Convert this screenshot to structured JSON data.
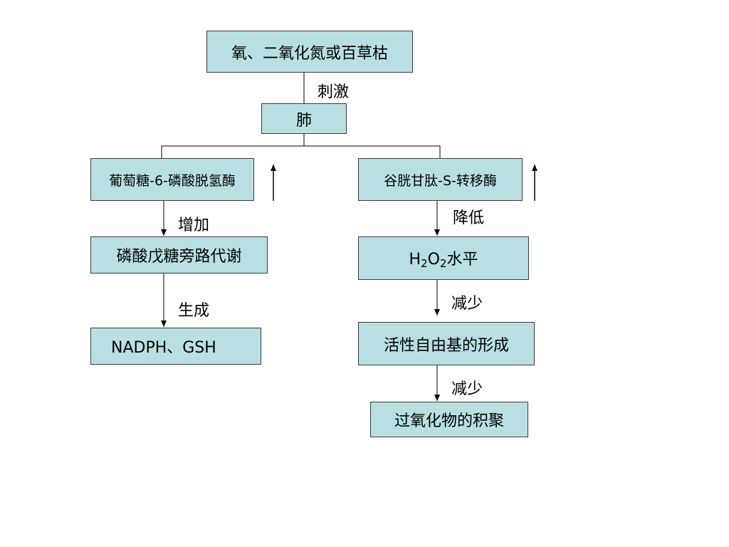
{
  "diagram": {
    "top_box": "氧、二氧化氮或百草枯",
    "stimulus_label": "刺激",
    "lung_box": "肺",
    "left": {
      "enzyme_box": "葡萄糖-6-磷酸脱氢酶",
      "edge1_label": "增加",
      "pathway_box": "磷酸戊糖旁路代谢",
      "edge2_label": "生成",
      "product_box": "NADPH、GSH"
    },
    "right": {
      "enzyme_box": "谷胱甘肽-S-转移酶",
      "edge1_label": "降低",
      "h2o2": {
        "h": "H",
        "sub1": "2",
        "o": "O",
        "sub2": "2",
        "suffix": "水平"
      },
      "edge2_label": "减少",
      "radical_box": "活性自由基的形成",
      "edge3_label": "减少",
      "peroxide_box": "过氧化物的积聚"
    }
  }
}
